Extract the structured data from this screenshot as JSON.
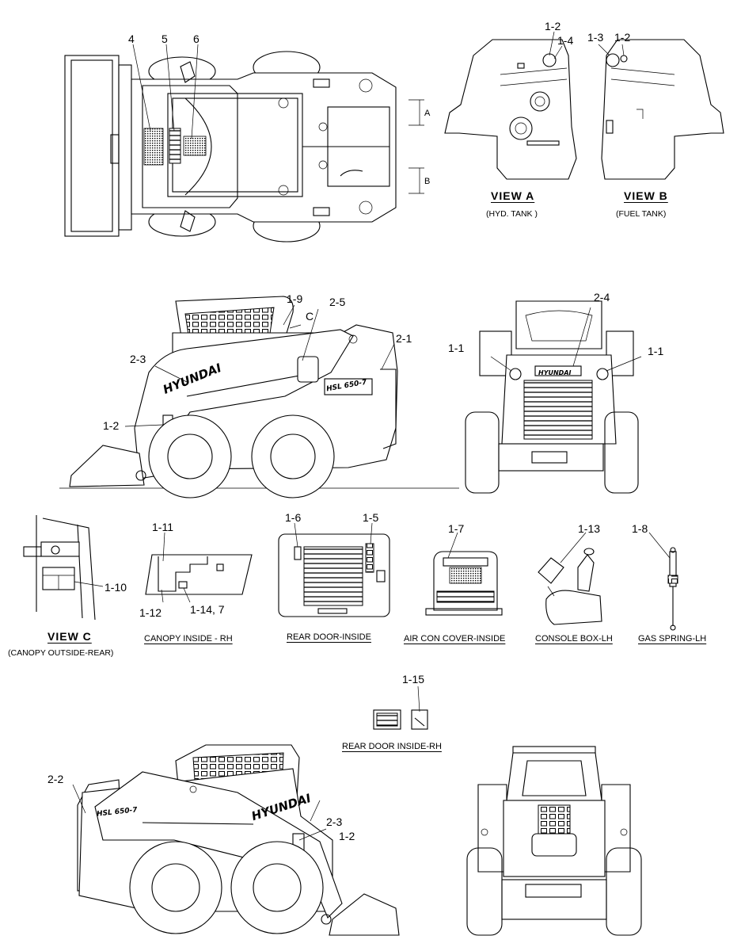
{
  "callouts": {
    "top_4": "4",
    "top_5": "5",
    "top_6": "6",
    "va_1_2": "1-2",
    "va_1_4": "1-4",
    "vb_1_3": "1-3",
    "vb_1_2": "1-2",
    "side_1_9": "1-9",
    "side_2_5": "2-5",
    "side_c": "C",
    "side_2_3": "2-3",
    "side_2_1": "2-1",
    "side_1_2": "1-2",
    "rear_2_4": "2-4",
    "rear_1_1_left": "1-1",
    "rear_1_1_right": "1-1",
    "vc_1_10": "1-10",
    "can_1_11": "1-11",
    "can_1_12": "1-12",
    "can_1_14_7": "1-14, 7",
    "rd_1_6": "1-6",
    "rd_1_5": "1-5",
    "ac_1_7": "1-7",
    "cb_1_13": "1-13",
    "gs_1_8": "1-8",
    "rh_1_15": "1-15",
    "bot_2_2": "2-2",
    "bot_2_3": "2-3",
    "bot_1_2": "1-2",
    "dim_a": "A",
    "dim_b": "B"
  },
  "views": {
    "view_a_title": "VIEW A",
    "view_a_sub": "(HYD. TANK )",
    "view_b_title": "VIEW B",
    "view_b_sub": "(FUEL TANK)",
    "view_c_title": "VIEW C",
    "view_c_sub": "(CANOPY OUTSIDE-REAR)",
    "canopy_inside": "CANOPY INSIDE - RH",
    "rear_door_inside": "REAR DOOR-INSIDE",
    "air_con_cover": "AIR CON COVER-INSIDE",
    "console_box": "CONSOLE BOX-LH",
    "gas_spring": "GAS SPRING-LH",
    "rear_door_inside_rh": "REAR DOOR INSIDE-RH"
  },
  "decals": {
    "brand": "HYUNDAI",
    "model": "HSL 650-7",
    "rear_brand": "HYUNDAI"
  }
}
